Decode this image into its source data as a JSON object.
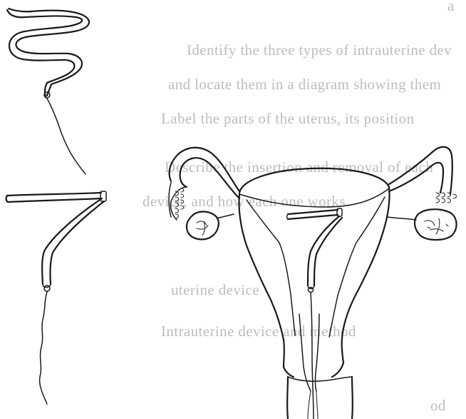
{
  "bleed_through": {
    "lines": [
      "a",
      "Identify the three types of intrauterine dev",
      "and locate them in a diagram showing them",
      "Label the parts of the uterus, its position",
      "Describe the insertion and removal of each",
      "device, and how each one works.",
      "uterine device",
      "Intrauterine device and method",
      "od"
    ]
  }
}
